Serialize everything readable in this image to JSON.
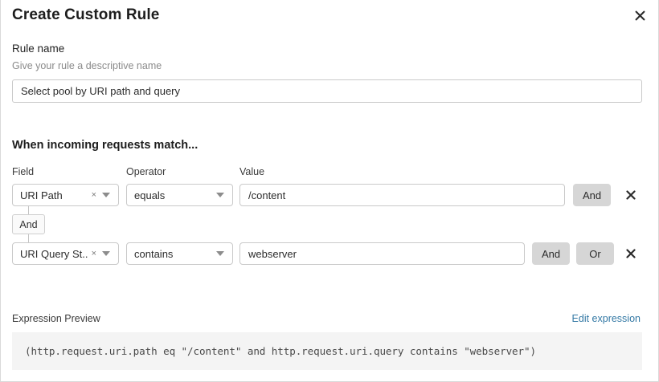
{
  "modal": {
    "title": "Create Custom Rule",
    "close_icon": "close-icon"
  },
  "rule_name": {
    "label": "Rule name",
    "description": "Give your rule a descriptive name",
    "value": "Select pool by URI path and query",
    "placeholder": "Enter rule name"
  },
  "conditions_section": {
    "heading": "When incoming requests match...",
    "columns": {
      "field": "Field",
      "operator": "Operator",
      "value": "Value"
    },
    "connector_badge": "And",
    "rows": [
      {
        "field": "URI Path",
        "operator": "equals",
        "value": "/content",
        "value_placeholder": "Enter value",
        "clear_icon": "×",
        "caret_icon": "chevron-down-icon",
        "and_label": "And",
        "or_label": "Or",
        "show_or": false,
        "delete_icon": "✕"
      },
      {
        "field": "URI Query St...",
        "operator": "contains",
        "value": "webserver",
        "value_placeholder": "Enter value",
        "clear_icon": "×",
        "caret_icon": "chevron-down-icon",
        "and_label": "And",
        "or_label": "Or",
        "show_or": true,
        "delete_icon": "✕"
      }
    ]
  },
  "expression_preview": {
    "label": "Expression Preview",
    "edit_link": "Edit expression",
    "expression": "(http.request.uri.path eq \"/content\" and http.request.uri.query contains \"webserver\")"
  },
  "colors": {
    "accent_link": "#3479a5",
    "logic_button_bg": "#d6d6d6",
    "expression_bg": "#f4f4f4",
    "border": "#c9c9c9"
  }
}
